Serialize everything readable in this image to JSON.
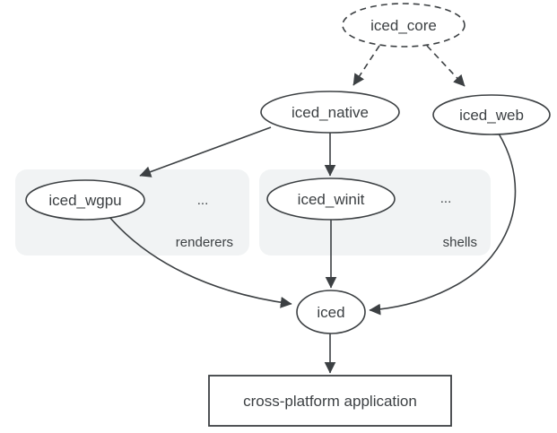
{
  "colors": {
    "line": "#3c4043",
    "text": "#3c4043",
    "group_label": "#1a73e8",
    "group_fill": "#f1f3f4",
    "node_fill": "#ffffff",
    "background": "#ffffff"
  },
  "nodes": {
    "iced_core": {
      "label": "iced_core",
      "border": "dashed",
      "shape": "ellipse"
    },
    "iced_native": {
      "label": "iced_native",
      "border": "solid",
      "shape": "ellipse"
    },
    "iced_web": {
      "label": "iced_web",
      "border": "solid",
      "shape": "ellipse"
    },
    "iced_wgpu": {
      "label": "iced_wgpu",
      "border": "solid",
      "shape": "ellipse"
    },
    "iced_winit": {
      "label": "iced_winit",
      "border": "solid",
      "shape": "ellipse"
    },
    "iced": {
      "label": "iced",
      "border": "solid",
      "shape": "ellipse"
    },
    "application": {
      "label": "cross-platform application",
      "border": "solid",
      "shape": "rectangle"
    }
  },
  "groups": {
    "renderers": {
      "label": "renderers",
      "ellipsis": "...",
      "members": [
        "iced_wgpu"
      ]
    },
    "shells": {
      "label": "shells",
      "ellipsis": "...",
      "members": [
        "iced_winit"
      ]
    }
  },
  "edges": [
    {
      "from": "iced_core",
      "to": "iced_native",
      "style": "dashed"
    },
    {
      "from": "iced_core",
      "to": "iced_web",
      "style": "dashed"
    },
    {
      "from": "iced_native",
      "to": "iced_wgpu",
      "style": "solid"
    },
    {
      "from": "iced_native",
      "to": "iced_winit",
      "style": "solid"
    },
    {
      "from": "iced_wgpu",
      "to": "iced",
      "style": "solid"
    },
    {
      "from": "iced_winit",
      "to": "iced",
      "style": "solid"
    },
    {
      "from": "iced_web",
      "to": "iced",
      "style": "solid"
    },
    {
      "from": "iced",
      "to": "application",
      "style": "solid"
    }
  ]
}
